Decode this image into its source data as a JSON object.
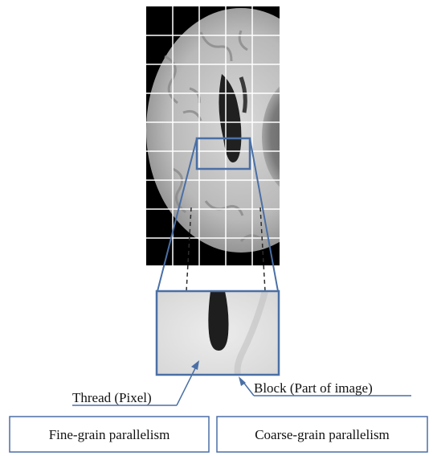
{
  "diagram": {
    "labels": {
      "thread": "Thread (Pixel)",
      "block": "Block (Part of image)"
    },
    "boxes": {
      "fine_grain": "Fine-grain parallelism",
      "coarse_grain": "Coarse-grain parallelism"
    },
    "image_grid": {
      "rows": 9,
      "columns": 5
    },
    "colors": {
      "line_blue": "#4a6fa5",
      "grid_white": "#ffffff",
      "background_black": "#000000"
    }
  }
}
